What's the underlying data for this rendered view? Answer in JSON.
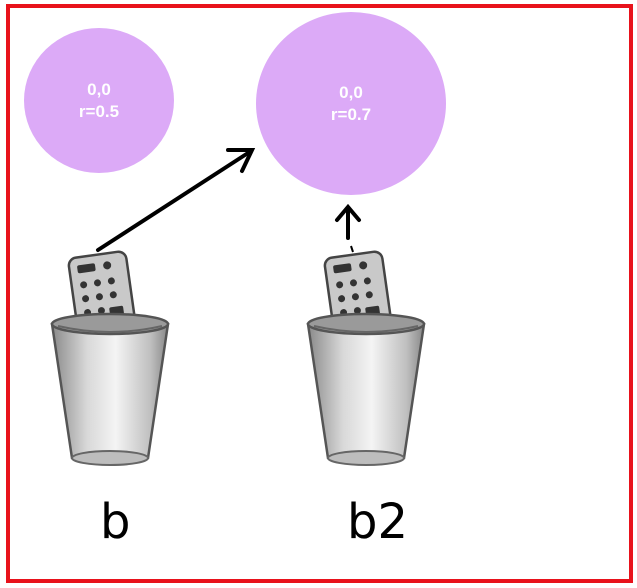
{
  "circle_a": {
    "line1": "0,0",
    "line2": "r=0.5"
  },
  "circle_b": {
    "line1": "0,0",
    "line2": "r=0.7"
  },
  "remote_b": {
    "label": "b"
  },
  "remote_b2": {
    "label": "b2"
  },
  "colors": {
    "frame": "#e8121b",
    "circle_fill": "#dcaaf7",
    "arrow": "#000000"
  },
  "icons": [
    "remote-control-in-cup-icon",
    "remote-control-in-cup-icon"
  ]
}
